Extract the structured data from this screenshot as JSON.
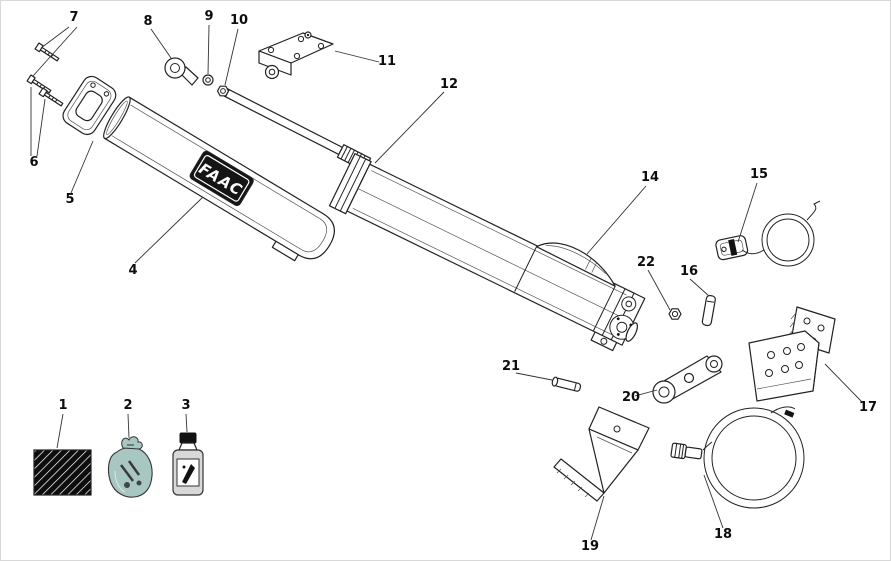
{
  "diagram": {
    "type": "exploded-parts-diagram",
    "logo_text": "FAAC"
  },
  "palette": {
    "outline": "#222222",
    "leader": "#333333",
    "background": "#ffffff",
    "pad_fill": "#0d0d0d",
    "hatch_line": "#ffffff",
    "bag_fill": "#a9c7c2",
    "bottle_fill": "#d8d8d8",
    "cap_fill": "#111111",
    "logo_bg": "#151515"
  },
  "callouts": [
    {
      "label": "1"
    },
    {
      "label": "2"
    },
    {
      "label": "3"
    },
    {
      "label": "4"
    },
    {
      "label": "5"
    },
    {
      "label": "6"
    },
    {
      "label": "7"
    },
    {
      "label": "8"
    },
    {
      "label": "9"
    },
    {
      "label": "10"
    },
    {
      "label": "11"
    },
    {
      "label": "12"
    },
    {
      "label": "14"
    },
    {
      "label": "15"
    },
    {
      "label": "16"
    },
    {
      "label": "17"
    },
    {
      "label": "18"
    },
    {
      "label": "19"
    },
    {
      "label": "20"
    },
    {
      "label": "21"
    },
    {
      "label": "22"
    }
  ]
}
